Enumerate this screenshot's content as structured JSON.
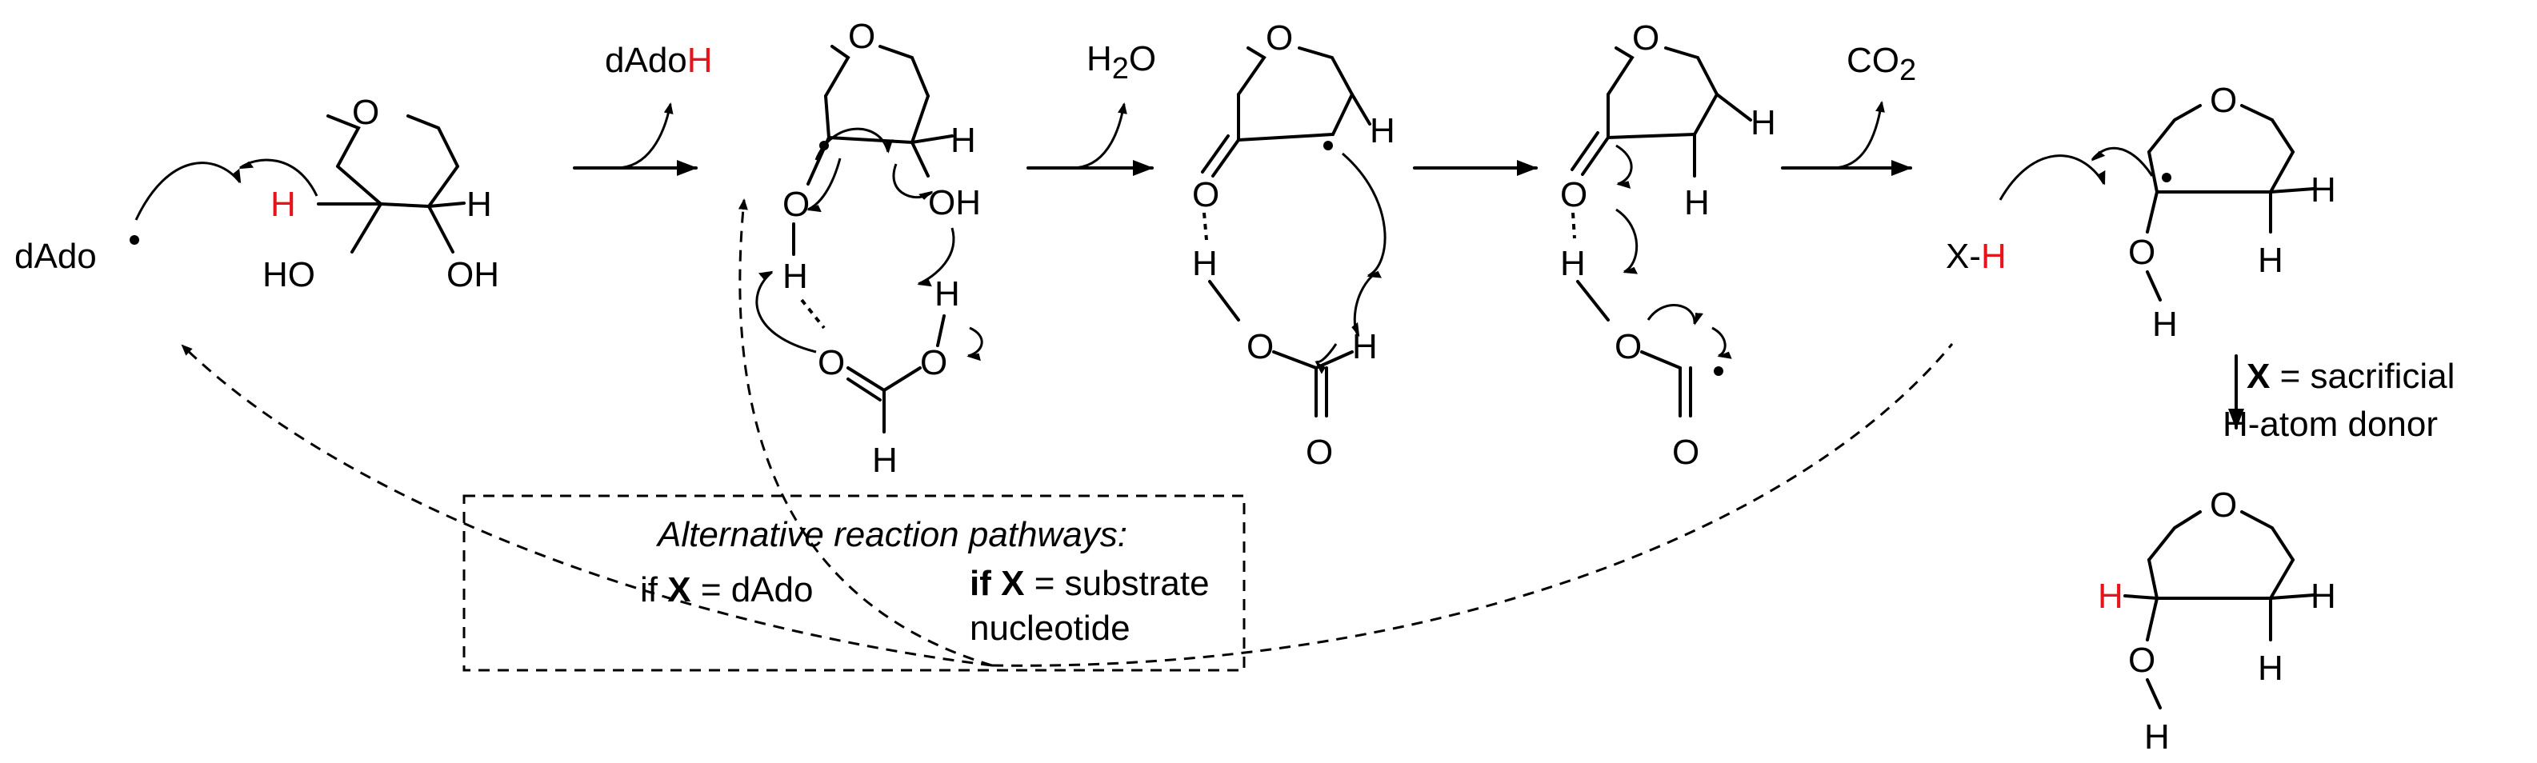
{
  "structures": {
    "s1": {
      "dAdo": "dAdo",
      "H_red": "H",
      "H": "H",
      "HO": "HO",
      "OH": "OH",
      "O": "O"
    },
    "s2": {
      "O": "O",
      "H": "H",
      "OH": "OH",
      "O_left": "O",
      "H_left": "H",
      "formic_O1": "O",
      "formic_O2": "O",
      "formic_H1": "H",
      "formic_H2": "H"
    },
    "s3": {
      "O": "O",
      "O_keto": "O",
      "H": "H",
      "H_oh": "H",
      "O_acid": "O",
      "H_acid": "H",
      "O_carbonyl": "O"
    },
    "s4": {
      "O": "O",
      "O_keto": "O",
      "H1": "H",
      "H2": "H",
      "H_oh": "H",
      "O_acid": "O",
      "O_carbonyl": "O"
    },
    "s5": {
      "X": "X-",
      "H_red": "H",
      "O": "O",
      "H1": "H",
      "H2": "H",
      "O_oh": "O",
      "H_oh": "H"
    },
    "s6": {
      "O": "O",
      "H_red": "H",
      "H1": "H",
      "H2": "H",
      "O_oh": "O",
      "H_oh": "H"
    }
  },
  "arrow_labels": {
    "a1_product": "dAdoH",
    "a1_product_prefix": "dAdo",
    "a1_product_H": "H",
    "a2_product": "H",
    "a2_product_sub": "2",
    "a2_product_O": "O",
    "a4_product": "CO",
    "a4_product_sub": "2"
  },
  "side_note": {
    "X": "X",
    "rest_line1": " = sacrificial",
    "line2": "H-atom donor"
  },
  "box": {
    "title": "Alternative reaction pathways:",
    "left_if": "if ",
    "left_X": "X",
    "left_rest": " = dAdo",
    "right_if": "if ",
    "right_X": "X",
    "right_rest": " = substrate",
    "right_line2": "nucleotide"
  }
}
